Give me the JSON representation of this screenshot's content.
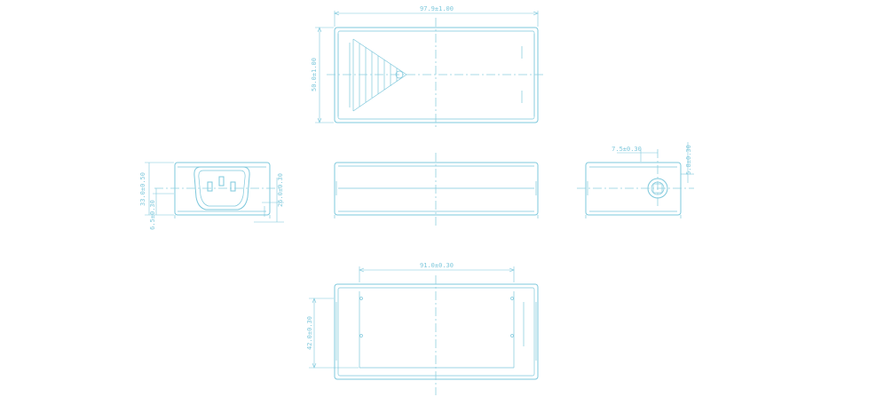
{
  "colors": {
    "line": "#7ec8dc",
    "center": "#8fd0e0",
    "text": "#7ec8dc",
    "background": "#ffffff"
  },
  "drawing": {
    "top_view": {
      "width_dim": "97.9±1.00",
      "height_dim": "50.0±1.00"
    },
    "left_view": {
      "height_dim": "33.0±0.50",
      "offset_dim": "6.5±0.30",
      "inlet_dim": "26.0±0.30"
    },
    "right_view": {
      "top_dim": "7.5±0.30",
      "side_dim": "5.8±0.30"
    },
    "bottom_view": {
      "width_dim": "91.0±0.30",
      "height_dim": "42.0±0.30"
    }
  }
}
